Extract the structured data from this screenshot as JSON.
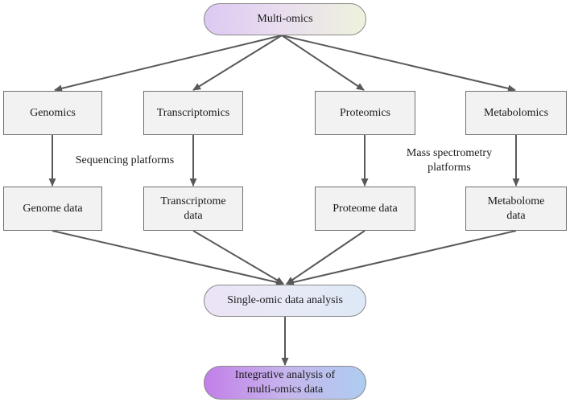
{
  "diagram": {
    "top": {
      "label": "Multi-omics"
    },
    "omics": [
      {
        "label": "Genomics",
        "data_label": "Genome data"
      },
      {
        "label": "Transcriptomics",
        "data_label": "Transcriptome\ndata"
      },
      {
        "label": "Proteomics",
        "data_label": "Proteome data"
      },
      {
        "label": "Metabolomics",
        "data_label": "Metabolome\ndata"
      }
    ],
    "annotations": {
      "sequencing": "Sequencing platforms",
      "mass_spec": "Mass spectrometry\nplatforms"
    },
    "analysis": {
      "label": "Single-omic data analysis"
    },
    "integration": {
      "label": "Integrative analysis of\nmulti-omics data"
    }
  },
  "colors": {
    "arrow": "#595959",
    "box_fill": "#f2f2f2",
    "box_border": "#707070"
  }
}
